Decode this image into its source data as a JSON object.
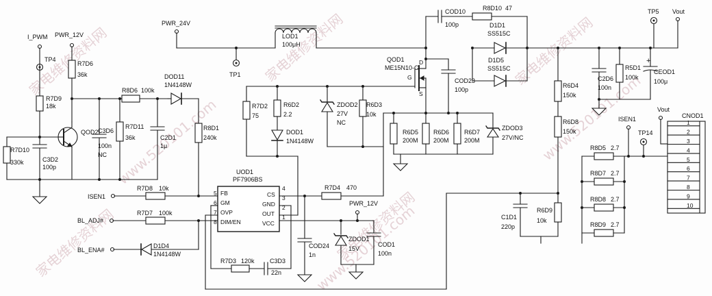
{
  "nets": {
    "i_pwm": "I_PWM",
    "pwr12_left": "PWR_12V",
    "pwr24": "PWR_24V",
    "vout_top": "Vout",
    "vout_conn": "Vout",
    "isen1_right": "ISEN1",
    "isen1_left": "ISEN1",
    "bl_adj": "BL_ADJ#",
    "bl_ena": "BL_ENA#",
    "pwr12_mid": "PWR_12V"
  },
  "test_points": {
    "tp1": "TP1",
    "tp4": "TP4",
    "tp5": "TP5",
    "tp14": "TP14"
  },
  "components": {
    "r7d6": [
      "R7D6",
      "36k"
    ],
    "r7d9": [
      "R7D9",
      "18k"
    ],
    "r7d10": [
      "R7D10",
      "330k"
    ],
    "c3d2": [
      "C3D2",
      "100p"
    ],
    "qod2": "QOD2",
    "r8d6": [
      "R8D6",
      "100k"
    ],
    "dod11": [
      "DOD11",
      "1N4148W"
    ],
    "c3d6": [
      "C3D6",
      "100n",
      "NC"
    ],
    "r7d11": [
      "R7D11",
      "36k"
    ],
    "c2d1": [
      "C2D1",
      "1μ"
    ],
    "r8d1": [
      "R8D1",
      "240k"
    ],
    "lod1": [
      "LOD1",
      "100μH"
    ],
    "cod10": [
      "COD10",
      "100p"
    ],
    "r8d10": [
      "R8D10",
      "47"
    ],
    "d1d1": [
      "D1D1",
      "SS515C"
    ],
    "d1d5": [
      "D1D5",
      "SS515C"
    ],
    "qod1": [
      "QOD1",
      "ME15N10-G"
    ],
    "cod23": [
      "COD23",
      "100p"
    ],
    "r7d2": [
      "R7D2",
      "75"
    ],
    "r6d2": [
      "R6D2",
      "2.2"
    ],
    "dod1": [
      "DOD1",
      "1N4148W"
    ],
    "zdod2": [
      "ZDOD2",
      "27V",
      "NC"
    ],
    "r6d3": [
      "R6D3",
      "10k"
    ],
    "r6d5": [
      "R6D5",
      "200M"
    ],
    "r6d6": [
      "R6D6",
      "200M"
    ],
    "r6d7": [
      "R6D7",
      "200M"
    ],
    "zdod3": [
      "ZDOD3",
      "27V/NC"
    ],
    "r6d4": [
      "R6D4",
      "150k"
    ],
    "r6d8": [
      "R6D8",
      "150k"
    ],
    "c2d6": [
      "C2D6",
      "100n"
    ],
    "r5d1": [
      "R5D1",
      "100k"
    ],
    "ceod1": [
      "CEOD1",
      "100μ"
    ],
    "uod1": [
      "UOD1",
      "PF7906BS"
    ],
    "r7d8": [
      "R7D8",
      "10k"
    ],
    "r7d7": [
      "R7D7",
      "100k"
    ],
    "d1d4": [
      "D1D4",
      "1N4148W"
    ],
    "r7d4": [
      "R7D4",
      "470"
    ],
    "cod24": [
      "COD24",
      "1n"
    ],
    "zdod1": [
      "ZDOD1",
      "15V"
    ],
    "cod1": [
      "COD1",
      "100n"
    ],
    "r7d3": [
      "R7D3",
      "120k"
    ],
    "c3d3": [
      "C3D3",
      "22n"
    ],
    "c1d1": [
      "C1D1",
      "220p"
    ],
    "r6d9": [
      "R6D9",
      "10k"
    ],
    "r8d5": [
      "R8D5",
      "2.7"
    ],
    "r8d7": [
      "R8D7",
      "2.7"
    ],
    "r8d8": [
      "R8D8",
      "2.7"
    ],
    "r8d9": [
      "R8D9",
      "2.7"
    ],
    "cnod1": "CNOD1"
  },
  "ic_pins": {
    "left": [
      [
        "5",
        "FB"
      ],
      [
        "6",
        "GM"
      ],
      [
        "7",
        "OVP"
      ],
      [
        "8",
        "DIM/EN"
      ]
    ],
    "right": [
      [
        "4",
        "CS"
      ],
      [
        "3",
        "GND"
      ],
      [
        "2",
        "OUT"
      ],
      [
        "1",
        "VCC"
      ]
    ]
  },
  "mosfet_pins": {
    "d": "D",
    "g": "G",
    "s": "S"
  },
  "connector_pins": [
    "1",
    "2",
    "3",
    "4",
    "5",
    "6",
    "7",
    "8",
    "9",
    "10"
  ],
  "watermark": "家电维修资料网",
  "watermark_url": "www.520101.com"
}
